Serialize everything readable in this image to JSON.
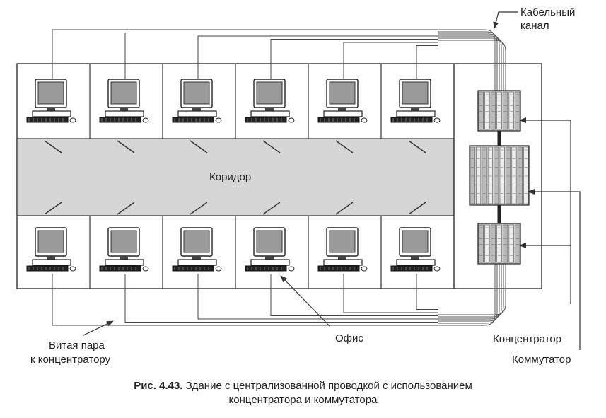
{
  "labels": {
    "cable_channel_line1": "Кабельный",
    "cable_channel_line2": "канал",
    "corridor": "Коридор",
    "office": "Офис",
    "twisted_pair_line1": "Витая пара",
    "twisted_pair_line2": "к концентратору",
    "hub": "Концентратор",
    "switch": "Коммутатор"
  },
  "caption": {
    "number": "Рис. 4.43.",
    "line1": "Здание с централизованной проводкой с использованием",
    "line2": "концентратора и коммутатора"
  },
  "colors": {
    "corridor_fill": "#d6d6d6",
    "line": "#333333",
    "monitor_screen": "#9a9a9a",
    "device": "#cfcfcf"
  },
  "diagram": {
    "offices_per_row": 6,
    "rows": [
      "top",
      "bottom"
    ],
    "rack_devices": [
      "hub",
      "switch",
      "hub"
    ]
  }
}
